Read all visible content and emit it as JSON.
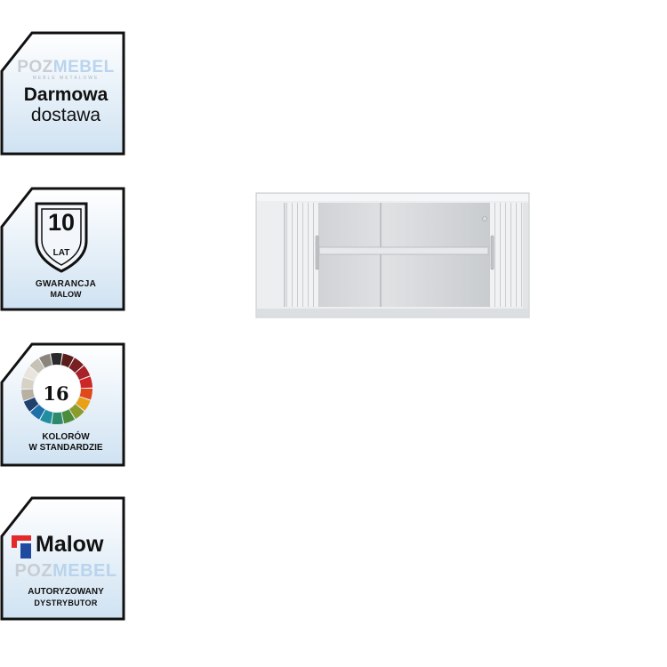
{
  "badges": {
    "delivery": {
      "logo_part1": "POZ",
      "logo_part2": "MEBEL",
      "logo_sub": "MEBLE METALOWE",
      "line1": "Darmowa",
      "line2": "dostawa"
    },
    "warranty": {
      "number": "10",
      "unit": "LAT",
      "line1": "GWARANCJA",
      "line2": "MALOW"
    },
    "colors": {
      "number": "16",
      "line1": "KOLORÓW",
      "line2": "W STANDARDZIE",
      "swatches": [
        "#2a2a2a",
        "#5a1e1a",
        "#7a1f22",
        "#a8202a",
        "#cc2626",
        "#e04a1a",
        "#e8a117",
        "#8b9c2a",
        "#4c8c3a",
        "#2d8a6c",
        "#1f8fa0",
        "#1f6fa8",
        "#20406e",
        "#b8b0a0",
        "#d8d2c6",
        "#e9e5dc",
        "#c7c2b6",
        "#8a857c"
      ]
    },
    "dealer": {
      "brand": "Malow",
      "logo_part1": "POZ",
      "logo_part2": "MEBEL",
      "line1": "AUTORYZOWANY",
      "line2": "DYSTRYBUTOR",
      "brand_colors": [
        "#e4292b",
        "#1f4aa0"
      ]
    }
  },
  "product": {
    "color": "#e9ebed"
  }
}
